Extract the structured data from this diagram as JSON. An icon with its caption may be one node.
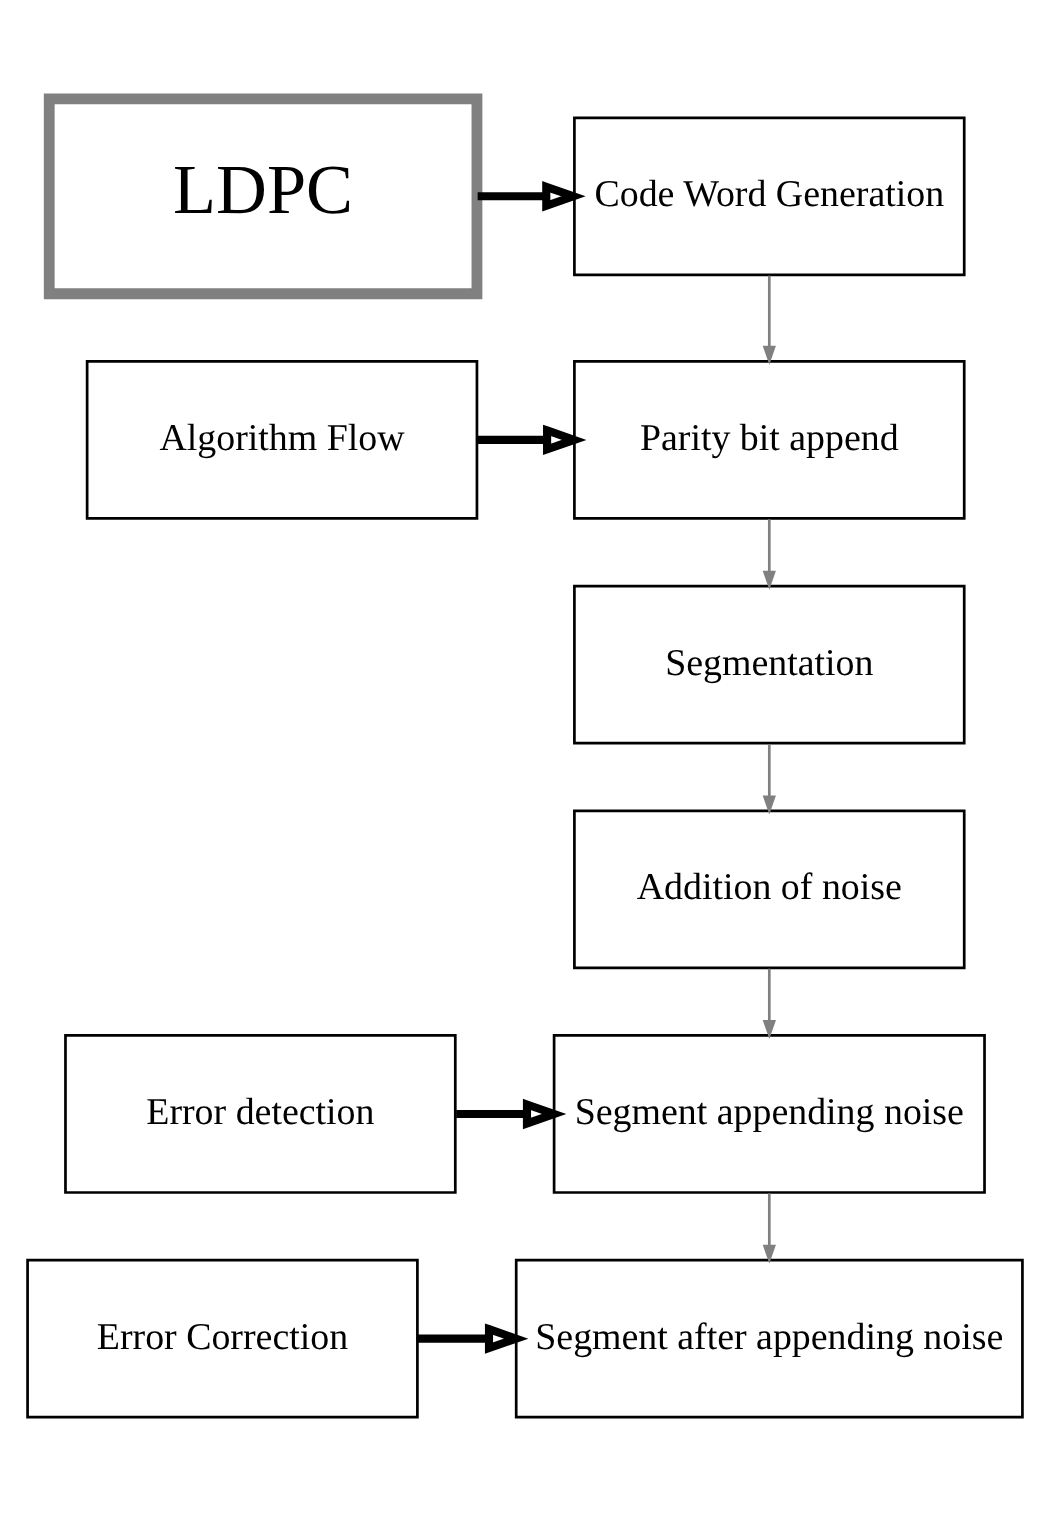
{
  "diagram": {
    "nodes": [
      {
        "text": [
          "LDPC"
        ]
      },
      {
        "text": [
          "Code Word Generation"
        ]
      },
      {
        "text": [
          "Algorithm Flow"
        ]
      },
      {
        "text": [
          "Parity bit append"
        ]
      },
      {
        "text": [
          "Segmentation"
        ]
      },
      {
        "text": [
          "Addition of noise"
        ]
      },
      {
        "text": [
          "Error detection"
        ]
      },
      {
        "text": [
          "Segment appending noise"
        ]
      },
      {
        "text": [
          "Error Correction"
        ]
      },
      {
        "text": [
          "Segment after appending noise"
        ]
      }
    ],
    "edges": [
      {
        "from": 0,
        "to": 1,
        "arrow": "to",
        "style": "thick",
        "color": "#000000"
      },
      {
        "from": 1,
        "to": 3,
        "arrow": "to"
      },
      {
        "from": 2,
        "to": 3,
        "arrow": "to",
        "style": "thick",
        "color": "#000000"
      },
      {
        "from": 3,
        "to": 4,
        "arrow": "to"
      },
      {
        "from": 4,
        "to": 5,
        "arrow": "to"
      },
      {
        "from": 5,
        "to": 7,
        "arrow": "to"
      },
      {
        "from": 6,
        "to": 7,
        "arrow": "to",
        "style": "thick",
        "color": "#000000"
      },
      {
        "from": 7,
        "to": 9,
        "arrow": "to"
      },
      {
        "from": 8,
        "to": 9,
        "arrow": "to",
        "style": "thick",
        "color": "#000000"
      }
    ]
  }
}
